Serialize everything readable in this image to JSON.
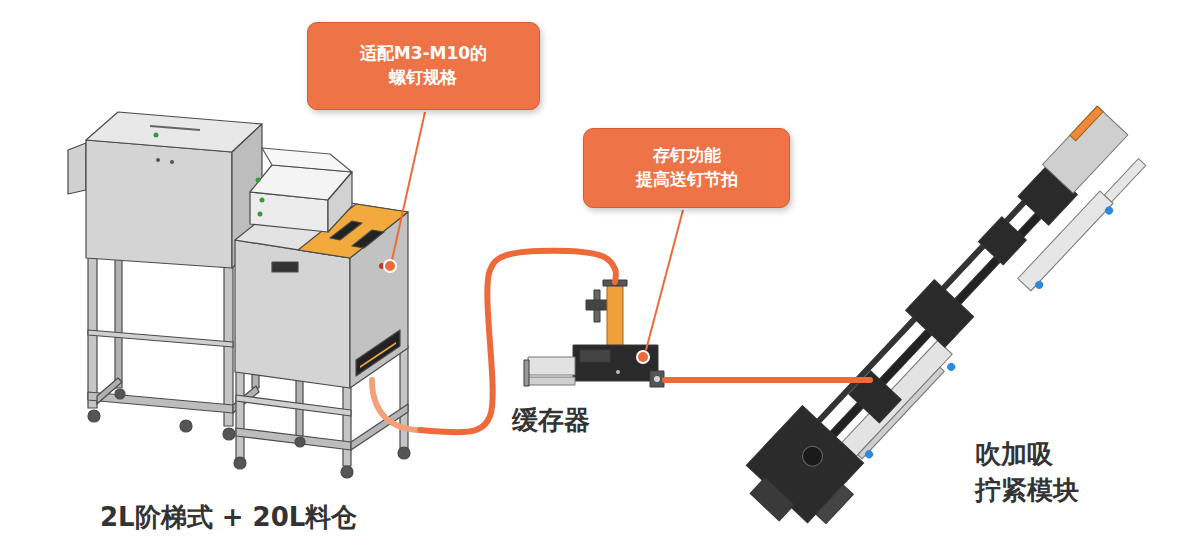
{
  "diagram": {
    "nodes": [
      {
        "text": [
          "适配M3-M10的 螺钉规格"
        ]
      },
      {
        "text": [
          "存钉功能 提高送钉节拍"
        ]
      },
      {
        "text": [
          "2L阶梯式 + 20L料仓"
        ]
      },
      {
        "text": [
          "缓存器"
        ]
      },
      {
        "text": [
          "吹加吸 拧紧模块"
        ]
      }
    ],
    "edges": [
      {
        "from": 2,
        "to": 3,
        "arrow": "none"
      },
      {
        "from": 3,
        "to": 4,
        "arrow": "none"
      }
    ]
  }
}
